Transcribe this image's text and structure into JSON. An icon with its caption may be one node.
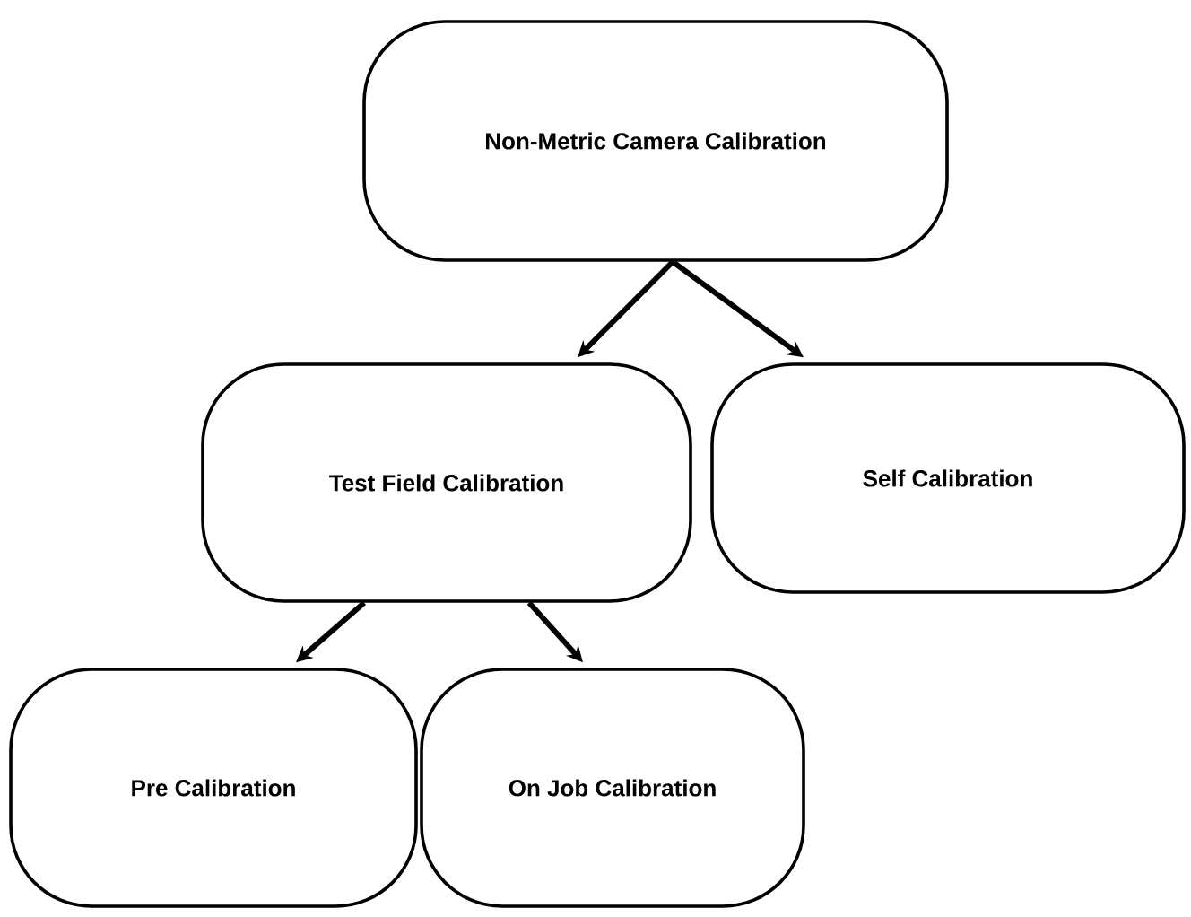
{
  "diagram": {
    "nodes": [
      {
        "text": [
          "Non-Metric Camera Calibration"
        ]
      },
      {
        "text": [
          "Test Field Calibration"
        ]
      },
      {
        "text": [
          "Self Calibration"
        ]
      },
      {
        "text": [
          "Pre Calibration"
        ]
      },
      {
        "text": [
          "On Job Calibration"
        ]
      }
    ],
    "edges": [
      {
        "from": 0,
        "to": 1,
        "arrow": "to"
      },
      {
        "from": 0,
        "to": 2,
        "arrow": "to"
      },
      {
        "from": 1,
        "to": 3,
        "arrow": "to"
      },
      {
        "from": 1,
        "to": 4,
        "arrow": "to"
      }
    ]
  }
}
